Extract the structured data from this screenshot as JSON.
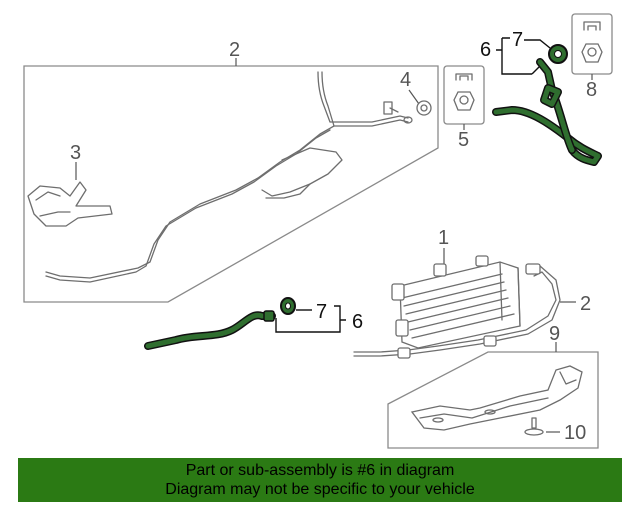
{
  "callouts": {
    "c1": "1",
    "c2_top": "2",
    "c2_right": "2",
    "c3": "3",
    "c4": "4",
    "c5": "5",
    "c6_top": "6",
    "c6_bottom": "6",
    "c7_top": "7",
    "c7_bottom": "7",
    "c8": "8",
    "c9": "9",
    "c10": "10"
  },
  "banner": {
    "line1": "Part or sub-assembly is #6 in diagram",
    "line2": "Diagram may not be specific to your vehicle"
  },
  "colors": {
    "highlight": "#2f6e2f",
    "banner": "#2b7a14"
  }
}
